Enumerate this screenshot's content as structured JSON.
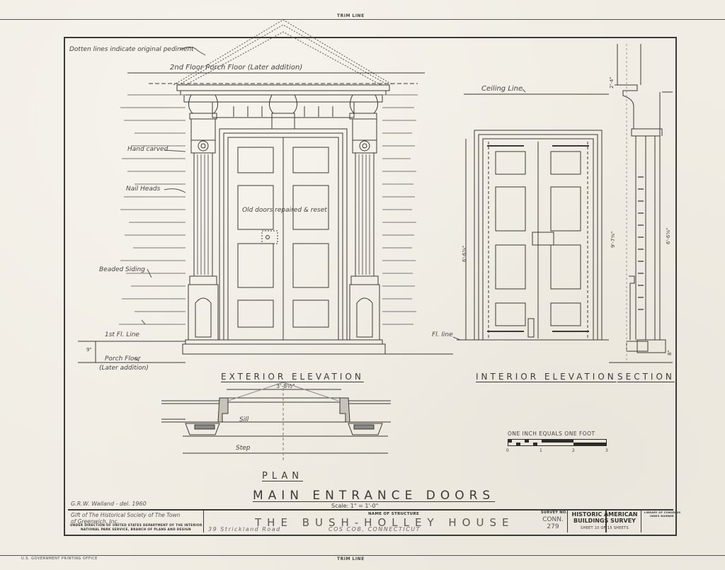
{
  "sheet": {
    "trim_label_top": "TRIM LINE",
    "trim_label_bottom": "TRIM LINE",
    "printer_mark": "U.S. GOVERNMENT PRINTING OFFICE"
  },
  "annotations": {
    "dotted_lines": "Dotten lines indicate original pediment",
    "second_floor_porch": "2nd Floor Porch Floor (Later addition)",
    "hand_carved": "Hand carved",
    "nail_heads": "Nail Heads",
    "old_doors": "Old doors repaired & reset",
    "beaded_siding": "Beaded Siding",
    "first_fl_line": "1st Fl. Line",
    "porch_floor": "Porch Floor",
    "later_addition": "(Later addition)",
    "ceiling_line": "Ceiling Line",
    "fl_line": "Fl. line",
    "sill": "Sill",
    "step": "Step"
  },
  "dimensions": {
    "porch_height": "9\"",
    "door_width": "3'-8½\"",
    "door_height": "6'-6⅝\"",
    "ceiling_height": "9'-7⅜\"",
    "section_height": "6'-6⅝\"",
    "section_top": "2'-4\"",
    "section_bottom": "8\""
  },
  "captions": {
    "exterior": "EXTERIOR ELEVATION",
    "interior": "INTERIOR ELEVATION",
    "section": "SECTION",
    "plan": "PLAN",
    "main_title": "MAIN ENTRANCE DOORS",
    "scale": "Scale: 1\" = 1'-0\""
  },
  "scale_bar": {
    "label": "ONE INCH EQUALS ONE FOOT",
    "ticks": [
      "0",
      "1",
      "2",
      "3"
    ]
  },
  "title_block": {
    "delineator": "G.R.W. Walland - del. 1960",
    "gift_line1": "Gift of The Historical Society of The Town",
    "gift_line2": "of Greenwich, Inc.",
    "direction_line1": "UNDER DIRECTION OF UNITED STATES DEPARTMENT OF THE INTERIOR",
    "direction_line2": "NATIONAL PARK SERVICE, BRANCH OF PLANS AND DESIGN",
    "name_label": "NAME OF STRUCTURE",
    "structure_name": "THE BUSH-HOLLEY HOUSE",
    "address": "39 Strickland Road",
    "city": "COS COB, CONNECTICUT",
    "survey_label": "SURVEY NO.",
    "survey_no_line1": "CONN.",
    "survey_no_line2": "279",
    "habs_line1": "HISTORIC AMERICAN",
    "habs_line2": "BUILDINGS SURVEY",
    "sheet_info": "SHEET 10 OF 15 SHEETS",
    "library_line1": "LIBRARY OF CONGRESS",
    "library_line2": "INDEX NUMBER"
  }
}
